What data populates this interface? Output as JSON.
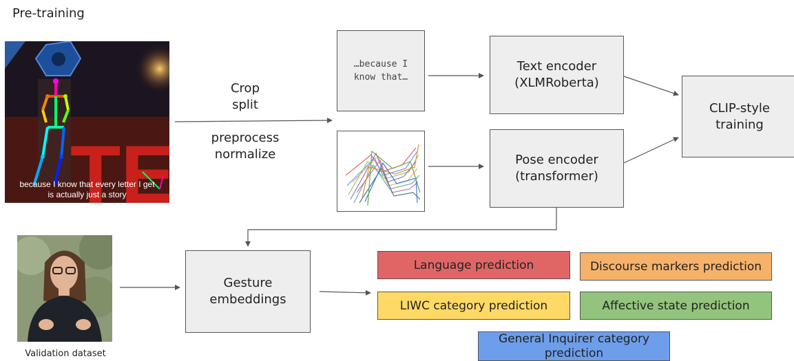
{
  "title": "Pre-training",
  "pretrain_frame": {
    "caption_line1": "because I know that every letter I get",
    "caption_line2": "is actually just a story",
    "stage_letters": "TE"
  },
  "steps": {
    "crop": "Crop",
    "split": "split",
    "preprocess": "preprocess",
    "normalize": "normalize"
  },
  "text_sample": {
    "line1": "…because I",
    "line2": "know that…"
  },
  "text_encoder": {
    "line1": "Text encoder",
    "line2": "(XLMRoberta)"
  },
  "pose_encoder": {
    "line1": "Pose encoder",
    "line2": "(transformer)"
  },
  "clip": {
    "line1": "CLIP-style",
    "line2": "training"
  },
  "gesture": {
    "line1": "Gesture",
    "line2": "embeddings"
  },
  "validation_label": "Validation dataset",
  "predictions": {
    "language": {
      "label": "Language prediction",
      "color": "#e06666"
    },
    "discourse": {
      "label": "Discourse markers prediction",
      "color": "#f6b26b"
    },
    "liwc": {
      "label": "LIWC category prediction",
      "color": "#ffd966"
    },
    "affective": {
      "label": "Affective state prediction",
      "color": "#93c47d"
    },
    "inquirer": {
      "line1": "General Inquirer category",
      "line2": "prediction",
      "color": "#6d9eeb"
    }
  }
}
